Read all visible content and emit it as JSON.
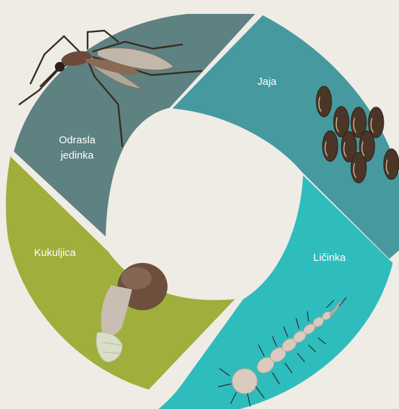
{
  "stages": [
    {
      "key": "eggs",
      "label": "Jaja",
      "color": "#4799a0"
    },
    {
      "key": "larva",
      "label": "Ličinka",
      "color": "#2fbcbd"
    },
    {
      "key": "pupa",
      "label": "Kukuljica",
      "color": "#a0ae3b"
    },
    {
      "key": "adult",
      "label_line1": "Odrasla",
      "label_line2": "jedinka",
      "color": "#5e8182"
    }
  ],
  "background": "#efece6",
  "icons": {
    "eggs": "mosquito-egg-cluster-icon",
    "larva": "mosquito-larva-icon",
    "pupa": "mosquito-pupa-icon",
    "adult": "mosquito-adult-icon"
  }
}
